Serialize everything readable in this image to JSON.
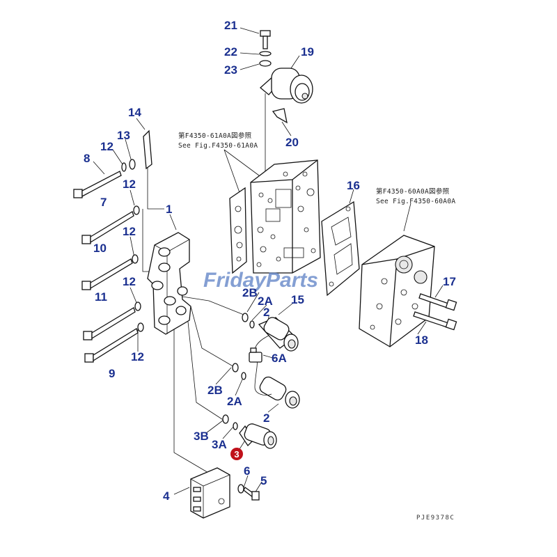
{
  "diagram": {
    "callouts": {
      "c1": "1",
      "c2a": "2",
      "c2b": "2",
      "c2A_a": "2A",
      "c2A_b": "2A",
      "c2B_a": "2B",
      "c2B_b": "2B",
      "c3": "3",
      "c3A": "3A",
      "c3B": "3B",
      "c4": "4",
      "c5": "5",
      "c6": "6",
      "c6A": "6A",
      "c7": "7",
      "c8": "8",
      "c9": "9",
      "c10": "10",
      "c11": "11",
      "c12a": "12",
      "c12b": "12",
      "c12c": "12",
      "c12d": "12",
      "c12e": "12",
      "c13": "13",
      "c14": "14",
      "c15": "15",
      "c16": "16",
      "c17": "17",
      "c18": "18",
      "c19": "19",
      "c20": "20",
      "c21": "21",
      "c22": "22",
      "c23": "23"
    },
    "refs": {
      "ref_a_line1": "第F4350-61A0A図参照",
      "ref_a_line2": "See Fig.F4350-61A0A",
      "ref_b_line1": "第F4350-60A0A図参照",
      "ref_b_line2": "See Fig.F4350-60A0A"
    },
    "drawing_code": "PJE9378C",
    "watermark": "FridayParts",
    "colors": {
      "callout": "#1a2f8f",
      "highlight": "#c0101a",
      "watermark": "#5b7fc4"
    }
  }
}
